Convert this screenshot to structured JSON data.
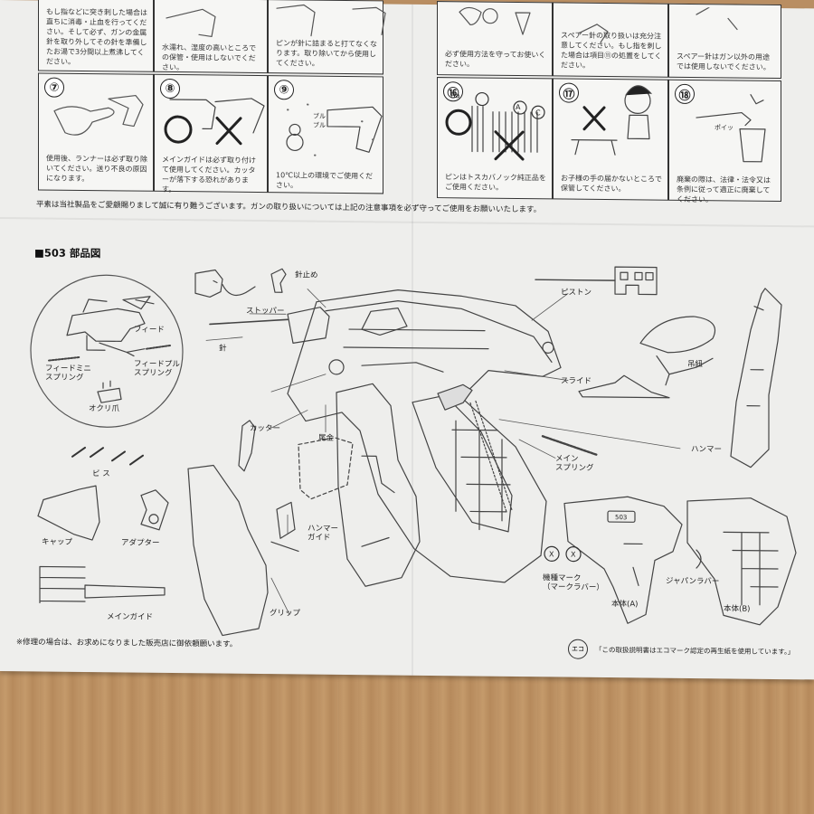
{
  "top_left_cells": [
    {
      "num": "",
      "text": "もし指などに突き刺した場合は直ちに消毒・止血を行ってください。そして必ず、ガンの金属針を取り外してその針を準備したお湯で3分間以上煮沸してください。"
    },
    {
      "num": "",
      "text": "水濡れ、湿度の高いところでの保管・使用はしないでください。"
    },
    {
      "num": "",
      "text": "ピンが針に詰まると打てなくなります。取り除いてから使用してください。"
    },
    {
      "num": "⑦",
      "text": "使用後、ランナーは必ず取り除いてください。送り不良の原因になります。"
    },
    {
      "num": "⑧",
      "text": "メインガイドは必ず取り付けて使用してください。カッターが落下する恐れがあります。"
    },
    {
      "num": "⑨",
      "text": "10℃以上の環境でご使用ください。"
    }
  ],
  "top_right_cells": [
    {
      "num": "",
      "text": "必ず使用方法を守ってお使いください。"
    },
    {
      "num": "",
      "text": "スペアー針の取り扱いは充分注意してください。もし指を刺した場合は項目⑪の処置をしてください。"
    },
    {
      "num": "",
      "text": "スペアー針はガン以外の用途では使用しないでください。"
    },
    {
      "num": "⑯",
      "text": "ピンはトスカバノック純正品をご使用ください。"
    },
    {
      "num": "⑰",
      "text": "お子様の手の届かないところで保管してください。"
    },
    {
      "num": "⑱",
      "text": "廃棄の際は、法律・法令又は条例に従って適正に廃棄してください。"
    }
  ],
  "illustration_labels": {
    "ba": "Ba",
    "a": "A",
    "c": "C",
    "furu": "ブル\nブル",
    "poi": "ポイッ"
  },
  "notice": "平素は当社製品をご愛顧賜りまして誠に有り難うございます。ガンの取り扱いについては上記の注意事項を必ず守ってご使用をお願いいたします。",
  "diagram_title": "■503 部品図",
  "parts": {
    "hariDome": "針止め",
    "piston": "ピストン",
    "feed": "フィード",
    "stopper": "ストッパー",
    "hari": "針",
    "feedMini": "フィードミニ\nスプリング",
    "feedPull": "フィードプル\nスプリング",
    "okuri": "オクリ爪",
    "slide": "スライド",
    "tsurihimo": "吊紐",
    "cutter": "カッター",
    "hammer": "ハンマー",
    "shoukin": "尾金",
    "mainSpring": "メイン\nスプリング",
    "bis": "ビ ス",
    "cap": "キャップ",
    "adapter": "アダプター",
    "hammerGuide": "ハンマー\nガイド",
    "mainGuide": "メインガイド",
    "grip": "グリップ",
    "kishuMark": "機種マーク\n（マークラバー）",
    "honteiA": "本体(A)",
    "japanRubber": "ジャパンラバー",
    "honteiB": "本体(B)",
    "markX1": "X",
    "markX2": "X",
    "model": "503"
  },
  "repair_note": "※修理の場合は、お求めになりました販売店に御依頼願います。",
  "eco_note": "「この取扱説明書はエコマーク認定の再生紙を使用しています。」",
  "eco_icon": "エコ"
}
